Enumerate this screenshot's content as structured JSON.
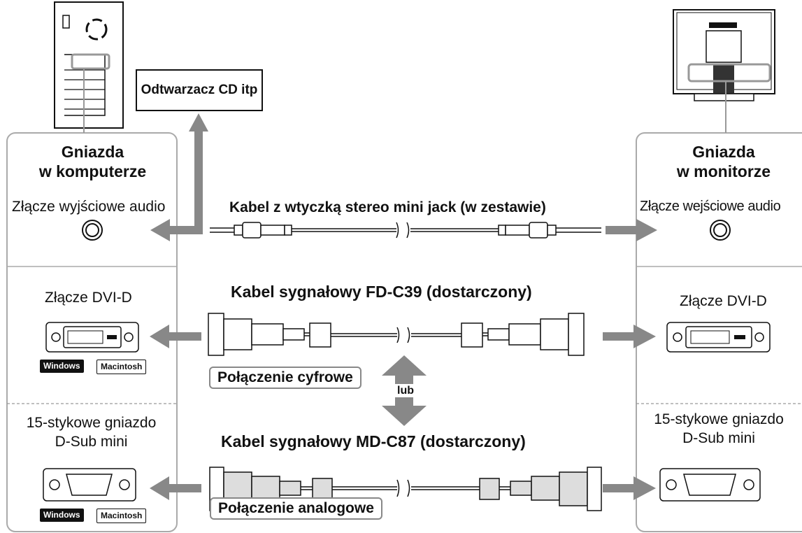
{
  "device_box": {
    "label": "Odtwarzacz CD itp"
  },
  "left_panel": {
    "title": "Gniazda\nw komputerze",
    "audio_label": "Złącze wyjściowe audio",
    "dvi_label": "Złącze DVI-D",
    "dsub_label": "15-stykowe gniazdo\nD-Sub mini",
    "os_tags": [
      "Windows",
      "Macintosh"
    ]
  },
  "right_panel": {
    "title": "Gniazda\nw monitorze",
    "audio_label": "Złącze wejściowe audio",
    "dvi_label": "Złącze DVI-D",
    "dsub_label": "15-stykowe gniazdo\nD-Sub mini"
  },
  "cables": {
    "audio": "Kabel z wtyczką stereo mini jack (w zestawie)",
    "digital": "Kabel sygnałowy FD-C39 (dostarczony)",
    "analog": "Kabel sygnałowy MD-C87 (dostarczony)"
  },
  "connections": {
    "digital": "Połączenie cyfrowe",
    "analog": "Połączenie analogowe",
    "or": "lub"
  }
}
